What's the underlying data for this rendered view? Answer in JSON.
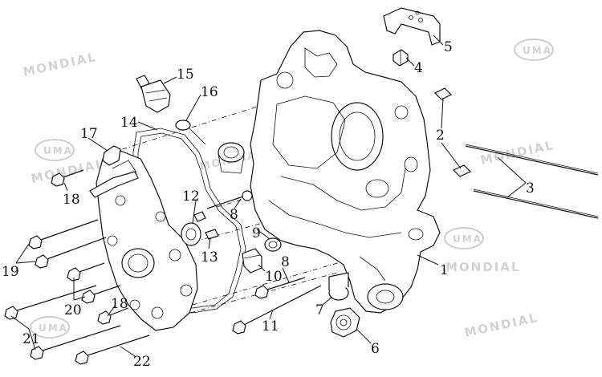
{
  "watermarks": {
    "brand_text": "MONDIAL",
    "logo_text": "UMA"
  },
  "callouts": [
    "1",
    "2",
    "3",
    "4",
    "5",
    "6",
    "7",
    "8",
    "9",
    "10",
    "11",
    "12",
    "13",
    "14",
    "15",
    "16",
    "17",
    "18",
    "19",
    "20",
    "21",
    "22"
  ],
  "colors": {
    "line": "#111111",
    "watermark": "#d2d2d2",
    "background": "#ffffff"
  }
}
